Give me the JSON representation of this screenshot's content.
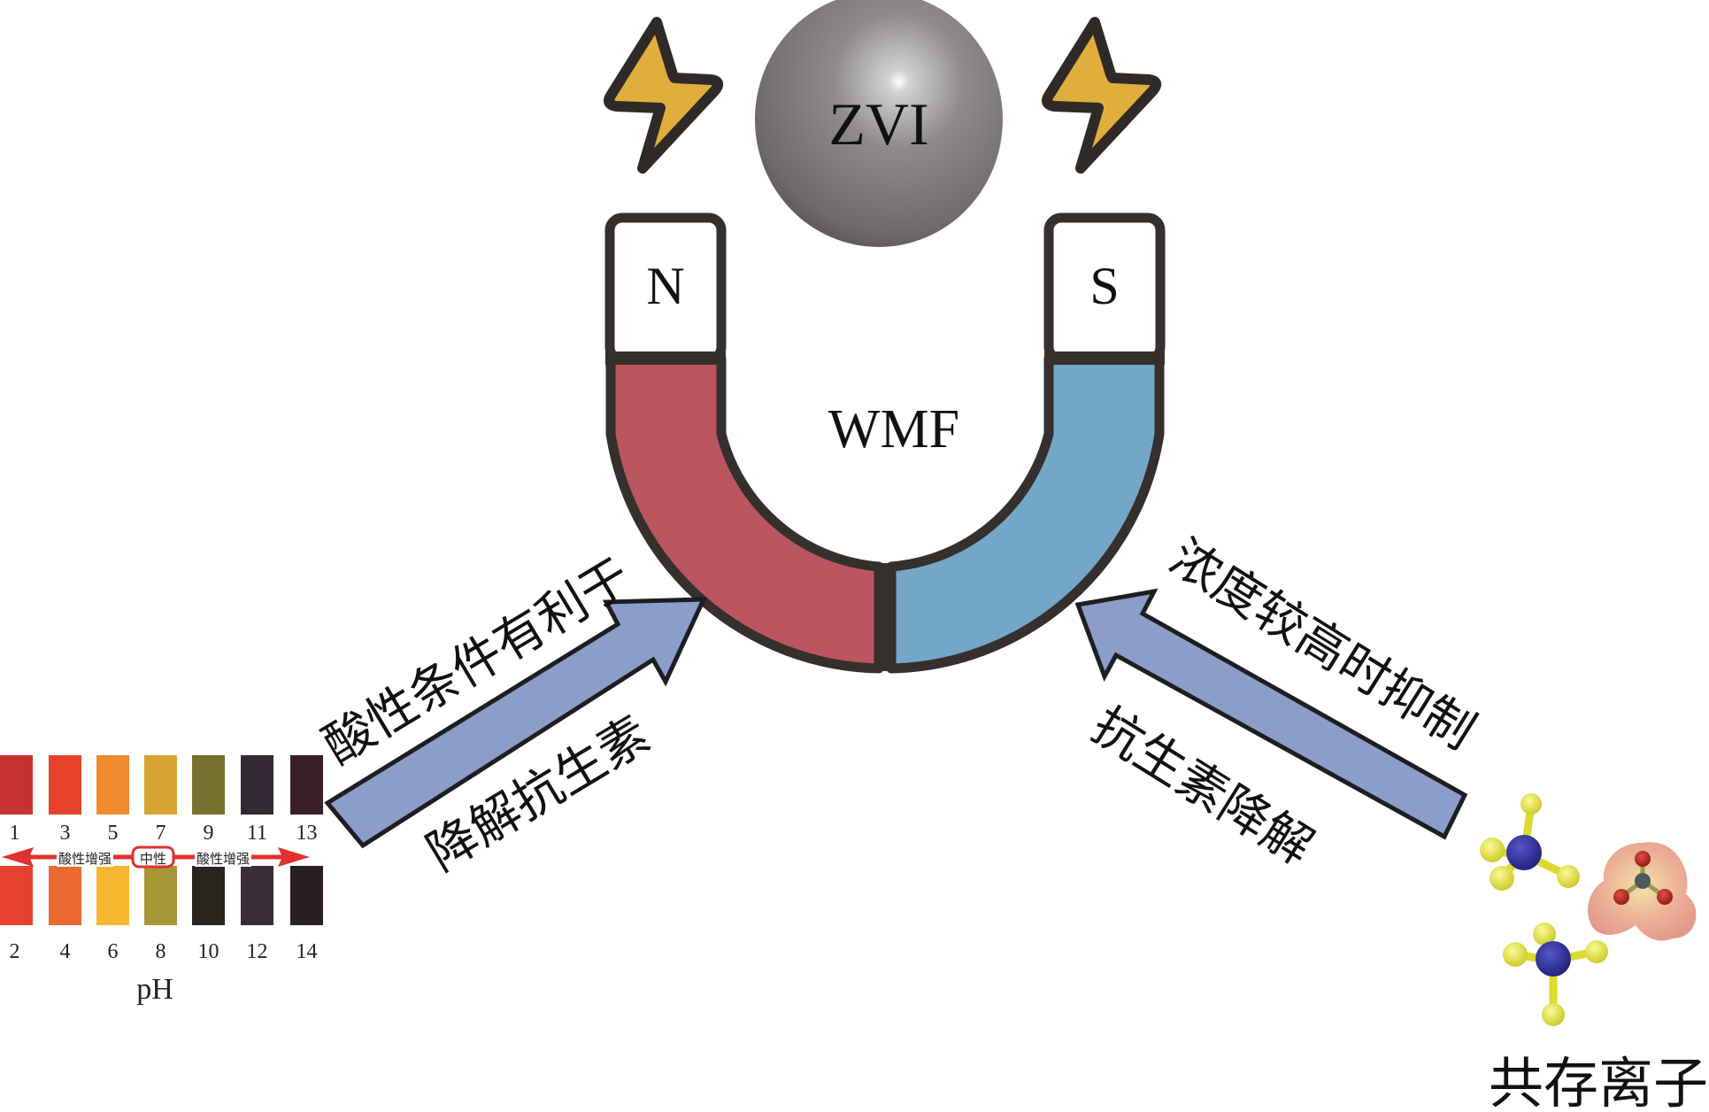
{
  "figure": {
    "particle": {
      "label": "ZVI",
      "color": "#8a8687"
    },
    "magnet": {
      "north_label": "N",
      "south_label": "S",
      "field_label": "WMF",
      "north_color": "#bb5560",
      "south_color": "#74a6c8",
      "outline_color": "#352f2e"
    },
    "bolt_color": "#e0ae3c",
    "arrow_color": "#8b9dc8",
    "left_factor": {
      "text_upper": "酸性条件有利于",
      "text_lower": "降解抗生素"
    },
    "right_factor": {
      "text_upper": "浓度较高时抑制",
      "text_lower": "抗生素降解"
    },
    "ph_scale": {
      "title": "pH",
      "top_row": [
        {
          "value": "1",
          "color": "#c53330"
        },
        {
          "value": "3",
          "color": "#e6432c"
        },
        {
          "value": "5",
          "color": "#ef8a2f"
        },
        {
          "value": "7",
          "color": "#d6a432"
        },
        {
          "value": "9",
          "color": "#777130"
        },
        {
          "value": "11",
          "color": "#332a36"
        },
        {
          "value": "13",
          "color": "#3a1f2a"
        }
      ],
      "bottom_row": [
        {
          "value": "2",
          "color": "#e6432e"
        },
        {
          "value": "4",
          "color": "#ec6a31"
        },
        {
          "value": "6",
          "color": "#f6b830"
        },
        {
          "value": "8",
          "color": "#a69636"
        },
        {
          "value": "10",
          "color": "#28261c"
        },
        {
          "value": "12",
          "color": "#3a2d38"
        },
        {
          "value": "14",
          "color": "#2b1e22"
        }
      ],
      "left_label": "酸性增强",
      "center_label": "中性",
      "right_label": "酸性增强",
      "indicator_color": "#e03030"
    },
    "coexisting_ions": {
      "label": "共存离子",
      "center_atom_color": "#2a2a8f",
      "ligand_color": "#ecec3a",
      "anion_cloud_color": "#e8a08a",
      "oxygen_color": "#c02a1c",
      "central_anion_atom_color": "#4e5a5a"
    }
  }
}
